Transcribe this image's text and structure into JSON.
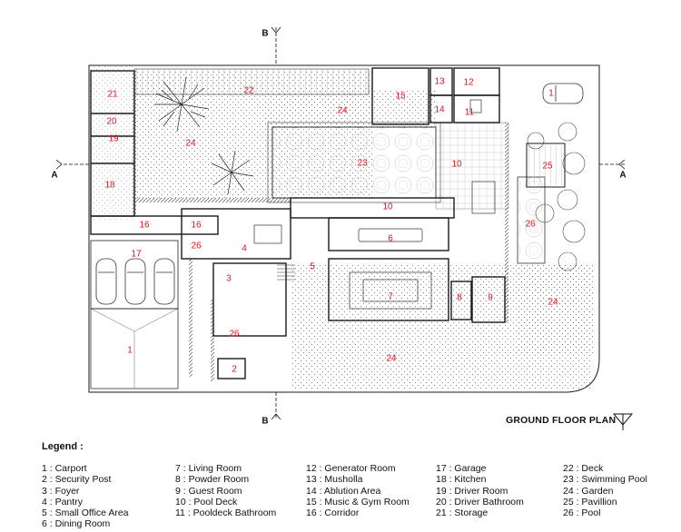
{
  "plan_title": "GROUND FLOOR PLAN",
  "section_marks": {
    "a_left": "A",
    "a_right": "A",
    "b_top": "B",
    "b_bottom": "B"
  },
  "room_labels": [
    "21",
    "22",
    "24",
    "15",
    "13",
    "12",
    "1",
    "20",
    "24",
    "14",
    "11",
    "19",
    "23",
    "10",
    "25",
    "18",
    "10",
    "16",
    "16",
    "6",
    "26",
    "17",
    "26",
    "4",
    "5",
    "3",
    "7",
    "8",
    "9",
    "24",
    "26",
    "1",
    "24",
    "2"
  ],
  "legend": {
    "title": "Legend :",
    "columns": [
      [
        "1 : Carport",
        "2 : Security Post",
        "3 : Foyer",
        "4 : Pantry",
        "5 : Small Office Area",
        "6 : Dining Room"
      ],
      [
        "7 : Living Room",
        "8 : Powder Room",
        "9 : Guest Room",
        "10 : Pool Deck",
        "11 : Pooldeck Bathroom"
      ],
      [
        "12 : Generator Room",
        "13 : Musholla",
        "14 : Ablution Area",
        "15 : Music & Gym Room",
        "16 : Corridor"
      ],
      [
        "17 : Garage",
        "18 : Kitchen",
        "19 : Driver Room",
        "20 : Driver Bathroom",
        "21 : Storage"
      ],
      [
        "22 : Deck",
        "23 : Swimming Pool",
        "24 : Garden",
        "25 : Pavillion",
        "26 : Pool"
      ]
    ]
  },
  "colors": {
    "label_red": "#e0141e",
    "line": "#1a1a1a",
    "wall": "#222222"
  }
}
